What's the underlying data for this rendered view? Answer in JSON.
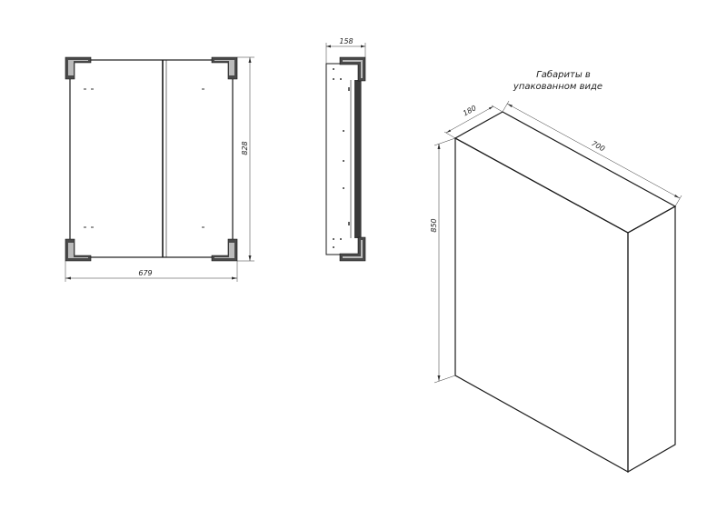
{
  "front_view": {
    "width_label": "679",
    "height_label": "828"
  },
  "side_view": {
    "depth_label": "158"
  },
  "package_view": {
    "caption_line1": "Габариты в",
    "caption_line2": "упакованном виде",
    "depth_label": "180",
    "width_label": "700",
    "height_label": "850"
  }
}
